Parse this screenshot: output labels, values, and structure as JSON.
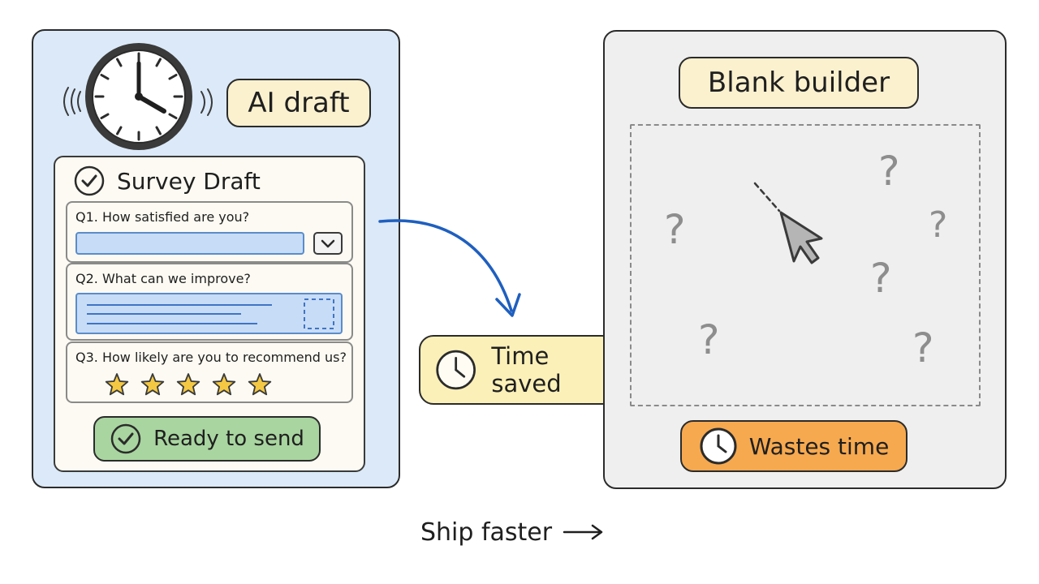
{
  "left_panel": {
    "badge": "AI draft",
    "survey": {
      "title": "Survey Draft",
      "questions": [
        "Q1. How satisfied are you?",
        "Q2. What can we improve?",
        "Q3. How likely are you to recommend us?"
      ],
      "q3_rating_stars": 5
    },
    "ready_button": "Ready to send"
  },
  "middle": {
    "time_saved": "Time saved",
    "footer": "Ship faster"
  },
  "right_panel": {
    "badge": "Blank builder",
    "question_mark": "?",
    "wastes_time": "Wastes time"
  },
  "colors": {
    "left_bg": "#dbe9f8",
    "right_bg": "#efefef",
    "badge_yellow": "#fbf1cf",
    "time_saved_yellow": "#fbf0b8",
    "ready_green": "#a9d5a0",
    "wastes_orange": "#f6a94f",
    "arrow_blue": "#1f5fbf",
    "star_gold": "#f4c842"
  },
  "icons": {
    "clock": "clock-icon",
    "check": "check-circle-icon",
    "dropdown": "chevron-down-icon",
    "cursor": "mouse-cursor-icon",
    "arrow": "curved-arrow-icon"
  }
}
